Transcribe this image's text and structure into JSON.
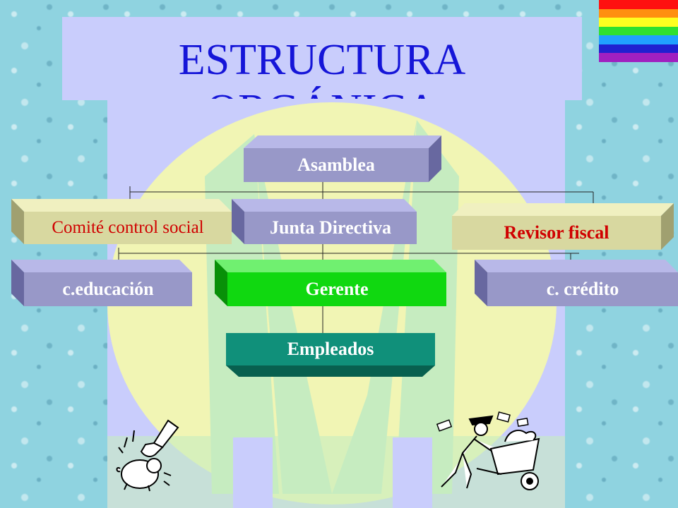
{
  "title": "ESTRUCTURA ORGÁNICA",
  "colors": {
    "title": "#1515d8",
    "panel": "#c9cdfc",
    "box_gray": "#9898c8",
    "box_khaki": "#d8d8a0",
    "box_green": "#10d810",
    "box_teal": "#10907a",
    "text_red": "#d00000",
    "text_white": "#ffffff"
  },
  "nodes": {
    "asamblea": "Asamblea",
    "comite": "Comité control social",
    "junta": "Junta Directiva",
    "revisor": "Revisor fiscal",
    "educacion": "c.educación",
    "gerente": "Gerente",
    "credito": "c. crédito",
    "empleados": "Empleados"
  },
  "decorations": {
    "left_clipart": "hand-piggy-bank-icon",
    "right_clipart": "man-wheelbarrow-icon",
    "corner": "rainbow-stripes-icon"
  }
}
